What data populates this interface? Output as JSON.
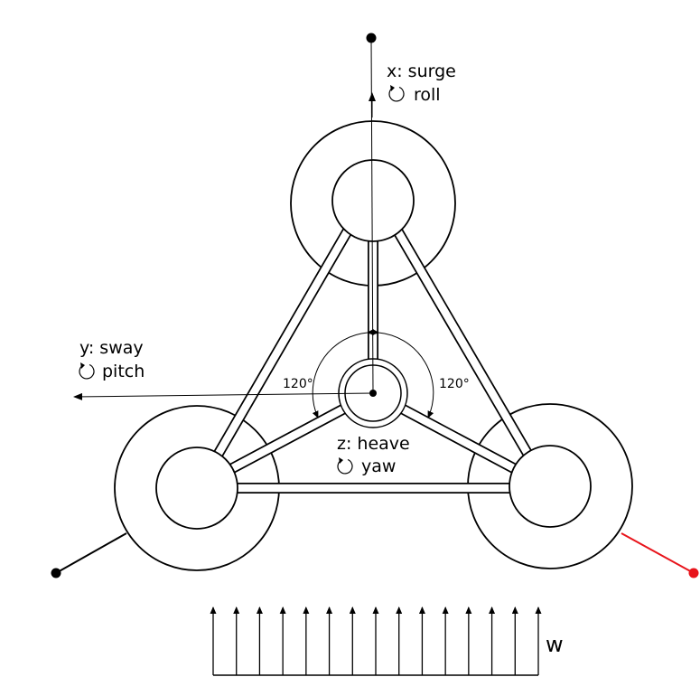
{
  "axes": {
    "x": {
      "name": "x: surge",
      "rotation": "roll"
    },
    "y": {
      "name": "y: sway",
      "rotation": "pitch"
    },
    "z": {
      "name": "z: heave",
      "rotation": "yaw"
    }
  },
  "angles": {
    "left": "120°",
    "right": "120°"
  },
  "wave": {
    "label": "w"
  },
  "colors": {
    "line": "#000000",
    "highlight_mooring": "#e8141b"
  }
}
